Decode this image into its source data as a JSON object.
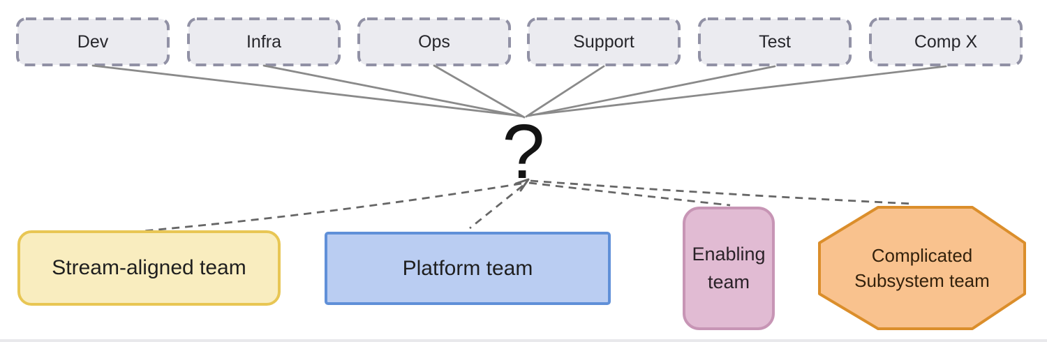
{
  "diagram": {
    "description": "Org silo boxes converging to a question mark, with dashed links to Team Topologies team types",
    "top_row": {
      "boxes": [
        {
          "label": "Dev"
        },
        {
          "label": "Infra"
        },
        {
          "label": "Ops"
        },
        {
          "label": "Support"
        },
        {
          "label": "Test"
        },
        {
          "label": "Comp X"
        }
      ],
      "fill": "#ebebf0",
      "border": "#9191a5",
      "border_style": "dashed"
    },
    "question_mark": "?",
    "teams": [
      {
        "label": "Stream-aligned team",
        "shape": "rounded-rectangle",
        "fill": "#f9edbf",
        "border": "#e8c654"
      },
      {
        "label": "Platform team",
        "shape": "rectangle",
        "fill": "#bacdf2",
        "border": "#6090d8"
      },
      {
        "label": "Enabling team",
        "shape": "tall-rounded-rectangle",
        "fill": "#e1bbd3",
        "border": "#c795b5"
      },
      {
        "label": "Complicated Subsystem team",
        "shape": "octagon",
        "fill": "#f9c28e",
        "border": "#db8e2b"
      }
    ],
    "connectors": {
      "solid_from_silos_to_question": [
        "Dev",
        "Infra",
        "Ops",
        "Support",
        "Test",
        "Comp X"
      ],
      "dashed_from_question_to_teams": [
        "Stream-aligned team",
        "Platform team",
        "Enabling team",
        "Complicated Subsystem team"
      ],
      "solid_line_color": "#8a8a8a",
      "dashed_line_color": "#666666"
    },
    "colors": {
      "background": "#ffffff",
      "bottom_strip": "#e9e9ec"
    }
  }
}
